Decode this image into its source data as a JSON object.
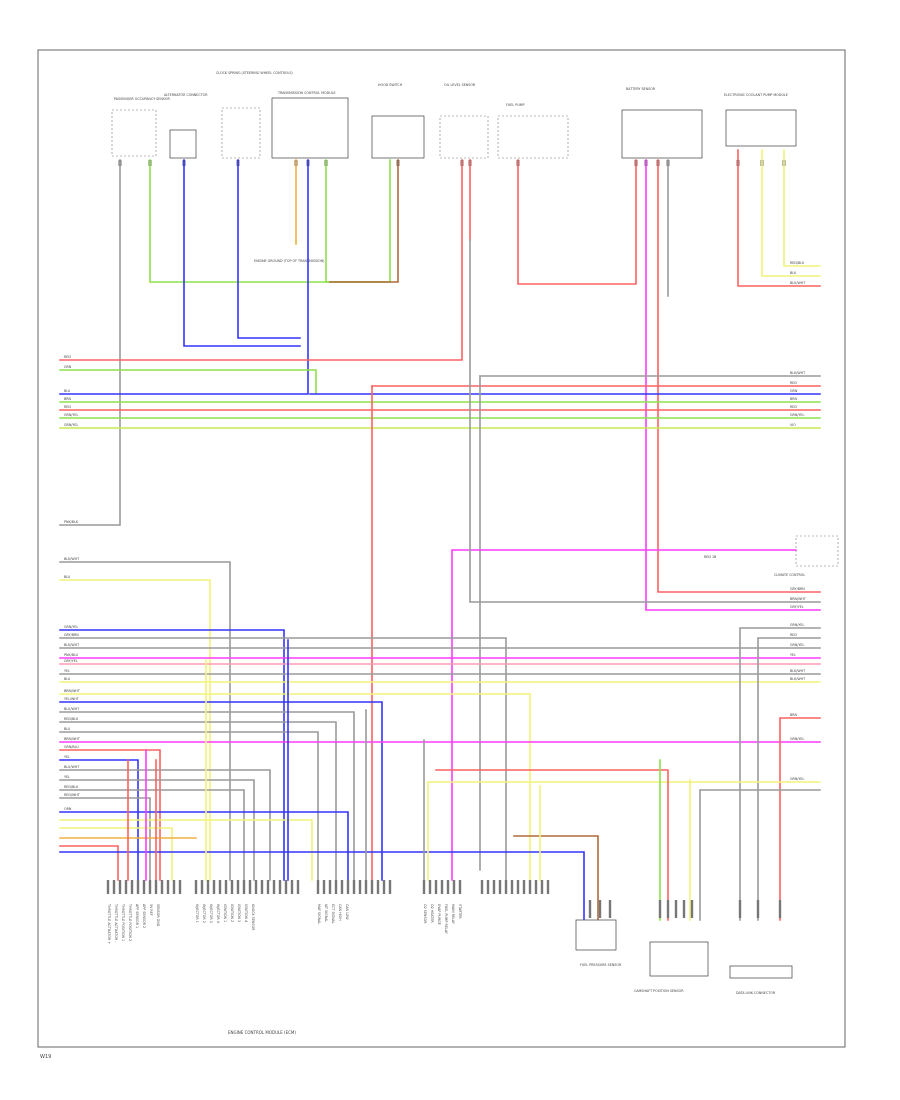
{
  "page_code": "W19",
  "colors": {
    "red": "#ff6060",
    "green": "#8ee04a",
    "blue": "#3434ff",
    "yellow": "#f2f27a",
    "magenta": "#ff3cff",
    "gray": "#9a9a9a",
    "orange": "#f0b040",
    "brown": "#b06a3a",
    "dkgray": "#555555",
    "pink": "#ff9ab0",
    "violet": "#b070d0",
    "lightred": "#ff8080"
  },
  "top_components": [
    {
      "label": "PASSENGER OCCUPANCY SENSOR"
    },
    {
      "label": "ALTERNATOR CONNECTOR"
    },
    {
      "label": "CLOCK SPRING (STEERING WHEEL CONTROLS)"
    },
    {
      "label": "TRANSMISSION CONTROL MODULE"
    },
    {
      "label": "HOOD SWITCH"
    },
    {
      "label": "OIL LEVEL SENSOR"
    },
    {
      "label": "FUEL PUMP"
    },
    {
      "label": "BATTERY SENSOR"
    },
    {
      "label": "ELECTRONIC COOLANT PUMP MODULE"
    }
  ],
  "splice_note": "ENGINE GROUND (TOP OF TRANSMISSION)",
  "left_rail_labels": [
    "RED",
    "GRN",
    "BLU",
    "BRN",
    "RED",
    "GRN/YEL",
    "GRN/YEL",
    "PNK/BLK",
    "BLK/WHT",
    "BLU",
    "GRN/YEL",
    "GRY/BRN",
    "BLK/WHT",
    "PNK/BLU",
    "GRY/YEL",
    "YEL",
    "BLU",
    "BRN/WHT",
    "YEL/WHT",
    "BLU/WHT",
    "RED/BLK",
    "BLU",
    "BRN/WHT",
    "GRN/BLU",
    "YEL",
    "BLU/WHT",
    "YEL",
    "RED/BLK",
    "RED/WHT",
    "ORN"
  ],
  "right_rail_labels": [
    "BLK/WHT",
    "RED",
    "GRN",
    "BRN",
    "RED",
    "GRN/YEL",
    "VIO",
    "RED/BLK",
    "BLK",
    "BLU/WHT",
    "GRY/BRN",
    "BRN/WHT",
    "GRY/YEL",
    "GRN/YEL",
    "RED",
    "GRN/YEL",
    "YEL",
    "BLK/WHT",
    "BLK/WHT",
    "BRN",
    "GRN/YEL",
    "GRN/YEL"
  ],
  "mid_right_component": "CLIMATE CONTROL",
  "mid_right_tag": "RED 1B",
  "bottom_components": [
    {
      "label": "ENGINE CONTROL MODULE (ECM)"
    },
    {
      "label": "FUEL PRESSURE SENSOR"
    },
    {
      "label": "CAMSHAFT POSITION SENSOR"
    },
    {
      "label": "DATA LINK CONNECTOR"
    }
  ],
  "pin_label_groups": [
    [
      "THROTTLE ACTUATOR +",
      "THROTTLE ACTUATOR -",
      "THROTTLE POSITION 1",
      "THROTTLE POSITION 2",
      "APP SENSOR 1",
      "APP SENSOR 2",
      "5V REF",
      "SENSOR GND"
    ],
    [
      "INJECTOR 1",
      "INJECTOR 2",
      "INJECTOR 3",
      "INJECTOR 4",
      "IGNITION 1",
      "IGNITION 2",
      "IGNITION 3",
      "IGNITION 4",
      "KNOCK SENSOR"
    ],
    [
      "MAF SIGNAL",
      "IAT SIGNAL",
      "ECT SIGNAL",
      "CAN HIGH",
      "CAN LOW"
    ],
    [
      "O2 SENSOR",
      "O2 HEATER",
      "EVAP PURGE",
      "FUEL PUMP RELAY",
      "MAIN RELAY",
      "STARTER"
    ]
  ]
}
